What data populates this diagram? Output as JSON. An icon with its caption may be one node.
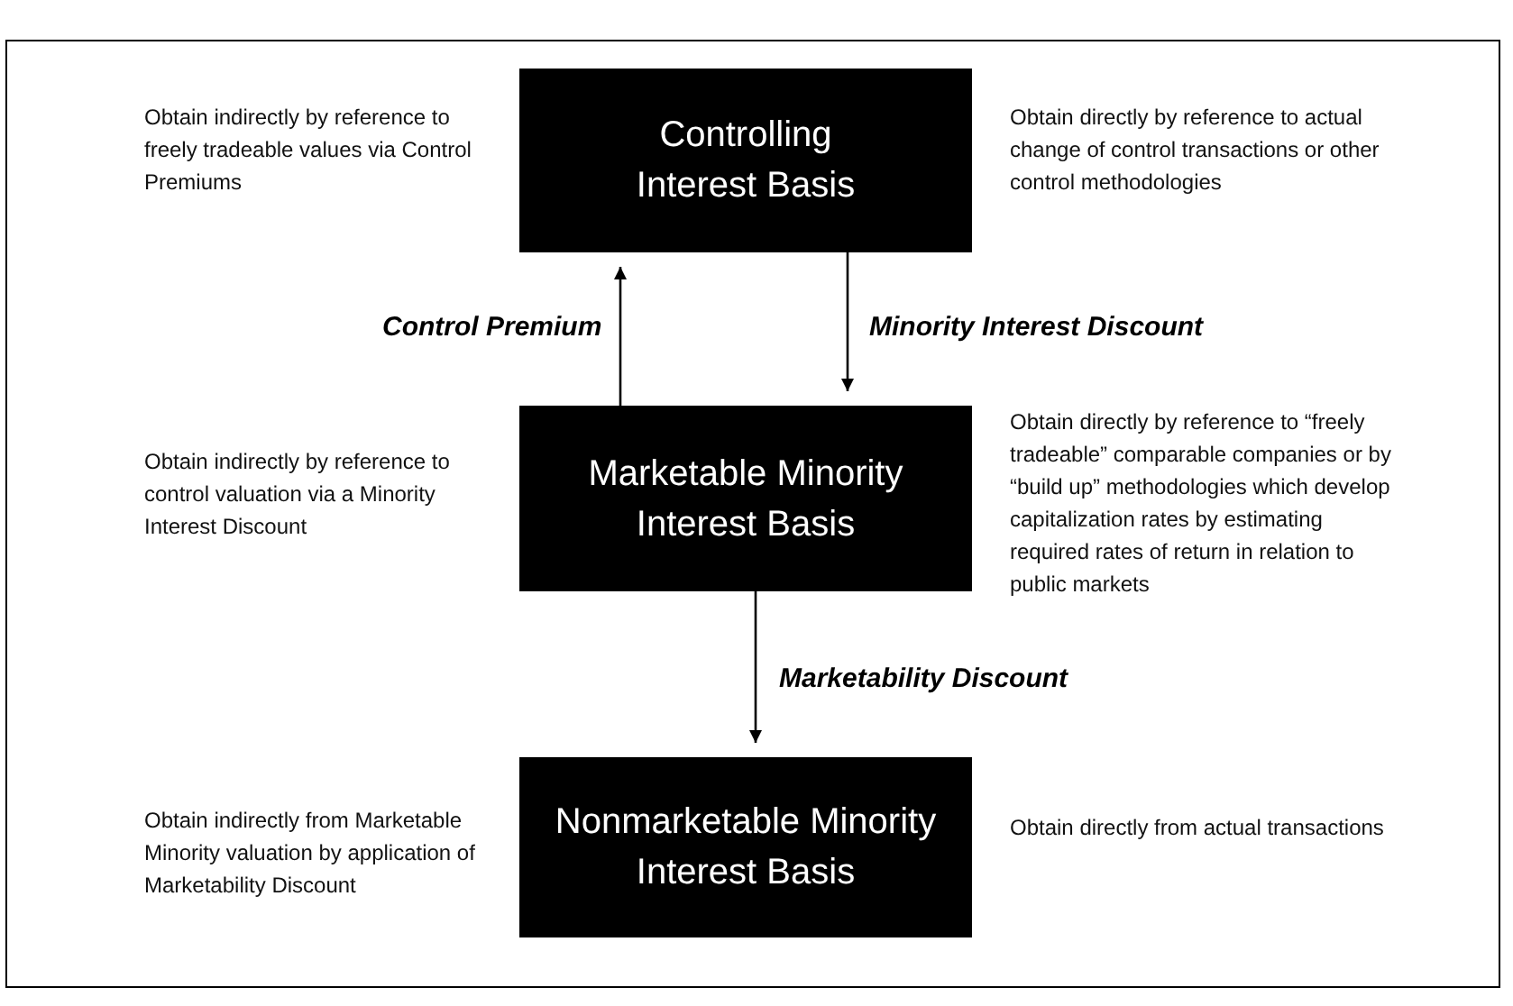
{
  "diagram": {
    "nodes": [
      {
        "text": [
          "Controlling Interest Basis"
        ],
        "beside": [
          "Obtain indirectly by reference to freely tradeable values via Control Premiums",
          "Obtain directly by reference to actual change of control transactions or other control methodologies"
        ]
      },
      {
        "text": [
          "Marketable Minority Interest Basis"
        ],
        "beside": [
          "Obtain indirectly by reference to control valuation via a Minority Interest Discount",
          "Obtain directly by reference to “freely tradeable” comparable companies or by “build up” methodologies which develop capitalization rates by estimating required rates of return in relation to public markets"
        ]
      },
      {
        "text": [
          "Nonmarketable Minority Interest Basis"
        ],
        "beside": [
          "Obtain indirectly from Marketable Minority valuation by application of Marketability Discount",
          "Obtain directly from actual transactions"
        ]
      }
    ],
    "edges": [
      {
        "from": 1,
        "to": 0,
        "arrow": "to",
        "label": "Control Premium"
      },
      {
        "from": 0,
        "to": 1,
        "arrow": "to",
        "label": "Minority Interest Discount"
      },
      {
        "from": 1,
        "to": 2,
        "arrow": "to",
        "label": "Marketability Discount"
      }
    ]
  }
}
